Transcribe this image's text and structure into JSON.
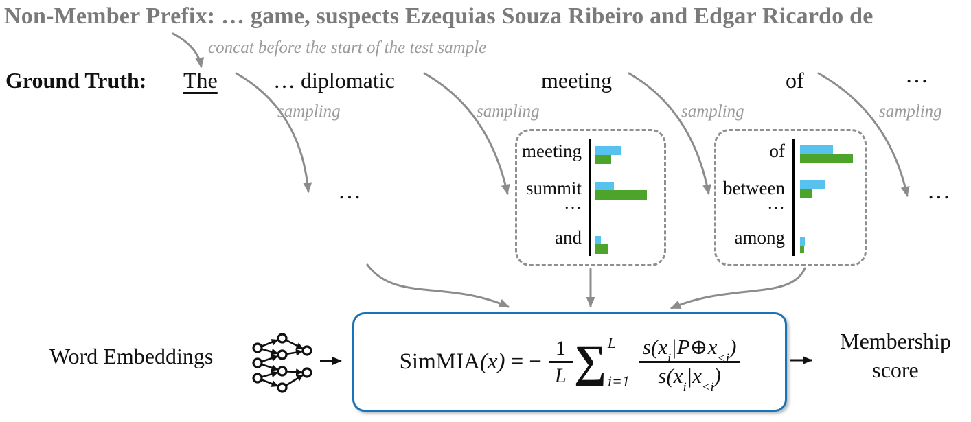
{
  "colors": {
    "cyan": "#57C2EE",
    "green": "#4CA42B",
    "arrow_gray": "#8C8C8C",
    "text_gray": "#7A7A7A",
    "italic_gray": "#9B9B9B",
    "blue_border": "#1873B8",
    "black": "#111111"
  },
  "prefix_line": "Non-Member Prefix: … game, suspects Ezequias Souza Ribeiro and Edgar Ricardo de",
  "concat_note": "concat before the start of the test sample",
  "ground_truth": {
    "label": "Ground Truth:",
    "first_token": "The",
    "token_1": "… diplomatic",
    "token_2": "meeting",
    "token_3": "of",
    "token_4": "…"
  },
  "sampling_labels": [
    "sampling",
    "sampling",
    "sampling",
    "sampling"
  ],
  "ellipsis_left": "…",
  "ellipsis_right": "…",
  "token_boxes": [
    {
      "rows": [
        {
          "token": "meeting",
          "cyan_w": 38,
          "green_w": 23
        },
        {
          "token": "summit",
          "cyan_w": 27,
          "green_w": 75
        },
        {
          "token": "and",
          "cyan_w": 8,
          "green_w": 18
        }
      ],
      "ellipsis": "…"
    },
    {
      "rows": [
        {
          "token": "of",
          "cyan_w": 48,
          "green_w": 77
        },
        {
          "token": "between",
          "cyan_w": 37,
          "green_w": 18
        },
        {
          "token": "among",
          "cyan_w": 7,
          "green_w": 6
        }
      ],
      "ellipsis": "…"
    }
  ],
  "formula": {
    "func": "SimMIA",
    "arg": "(x)",
    "eq": "=",
    "minus": "−",
    "frac_l_num": "1",
    "frac_l_den": "L",
    "sigma": "∑",
    "sum_sup": "L",
    "sum_sub": "i=1",
    "num_pre": "s(x",
    "num_sub1": "i",
    "num_mid": "|P⊕x",
    "num_sub2": "<i",
    "num_post": ")",
    "den_pre": "s(x",
    "den_sub1": "i",
    "den_mid": "|x",
    "den_sub2": "<i",
    "den_post": ")"
  },
  "inputs_label": "Word Embeddings",
  "output_label_line1": "Membership",
  "output_label_line2": "score"
}
